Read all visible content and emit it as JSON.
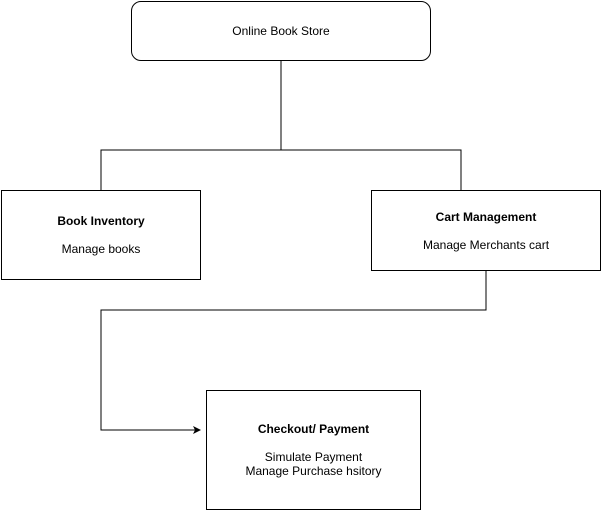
{
  "diagram": {
    "root": {
      "label": "Online Book Store"
    },
    "inventory": {
      "title": "Book Inventory",
      "line1": "Manage books"
    },
    "cart": {
      "title": "Cart Management",
      "line1": "Manage Merchants cart"
    },
    "checkout": {
      "title": "Checkout/ Payment",
      "line1": "Simulate Payment",
      "line2": "Manage Purchase hsitory"
    },
    "colors": {
      "stroke": "#000000",
      "fill": "#ffffff"
    }
  }
}
